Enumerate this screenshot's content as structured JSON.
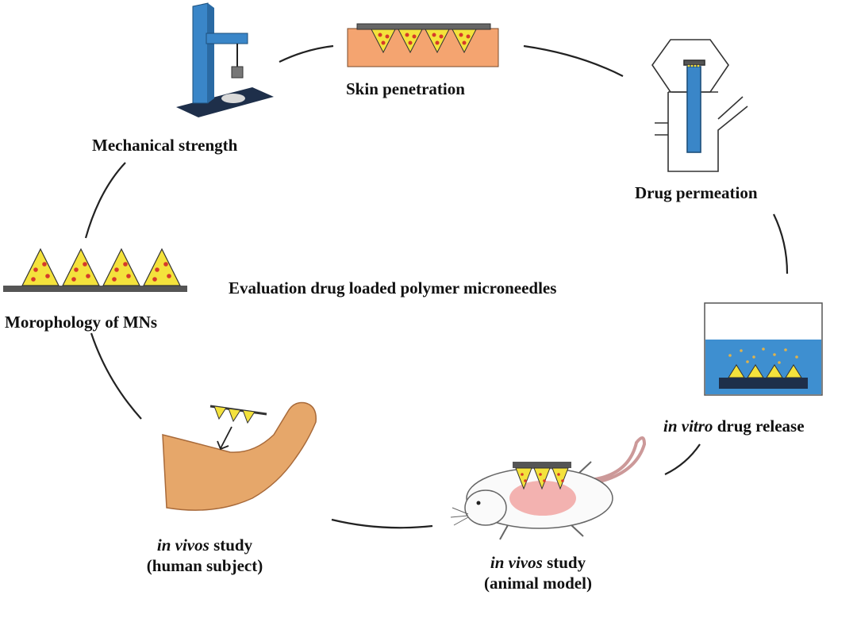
{
  "center_title": "Evaluation drug loaded polymer microneedles",
  "stages": {
    "skin_penetration": "Skin penetration",
    "drug_permeation": "Drug permeation",
    "in_vitro": {
      "italic": "in vitro",
      "rest": " drug release"
    },
    "animal": {
      "italic": "in vivos",
      "rest": " study",
      "line2": "(animal model)"
    },
    "human": {
      "italic": "in vivos",
      "rest": " study",
      "line2": "(human subject)"
    },
    "morphology": "Morophology of MNs",
    "mechanical": "Mechanical strength"
  },
  "colors": {
    "skin": "#f4a470",
    "needle": "#f4e23c",
    "dot": "#d63a2a",
    "apparatus_blue": "#3a86c8",
    "base_dark": "#1e2f4a",
    "arm": "#e6a76a",
    "rat_skin": "#f3b2b0",
    "medium_blue": "#3e8fd0"
  }
}
